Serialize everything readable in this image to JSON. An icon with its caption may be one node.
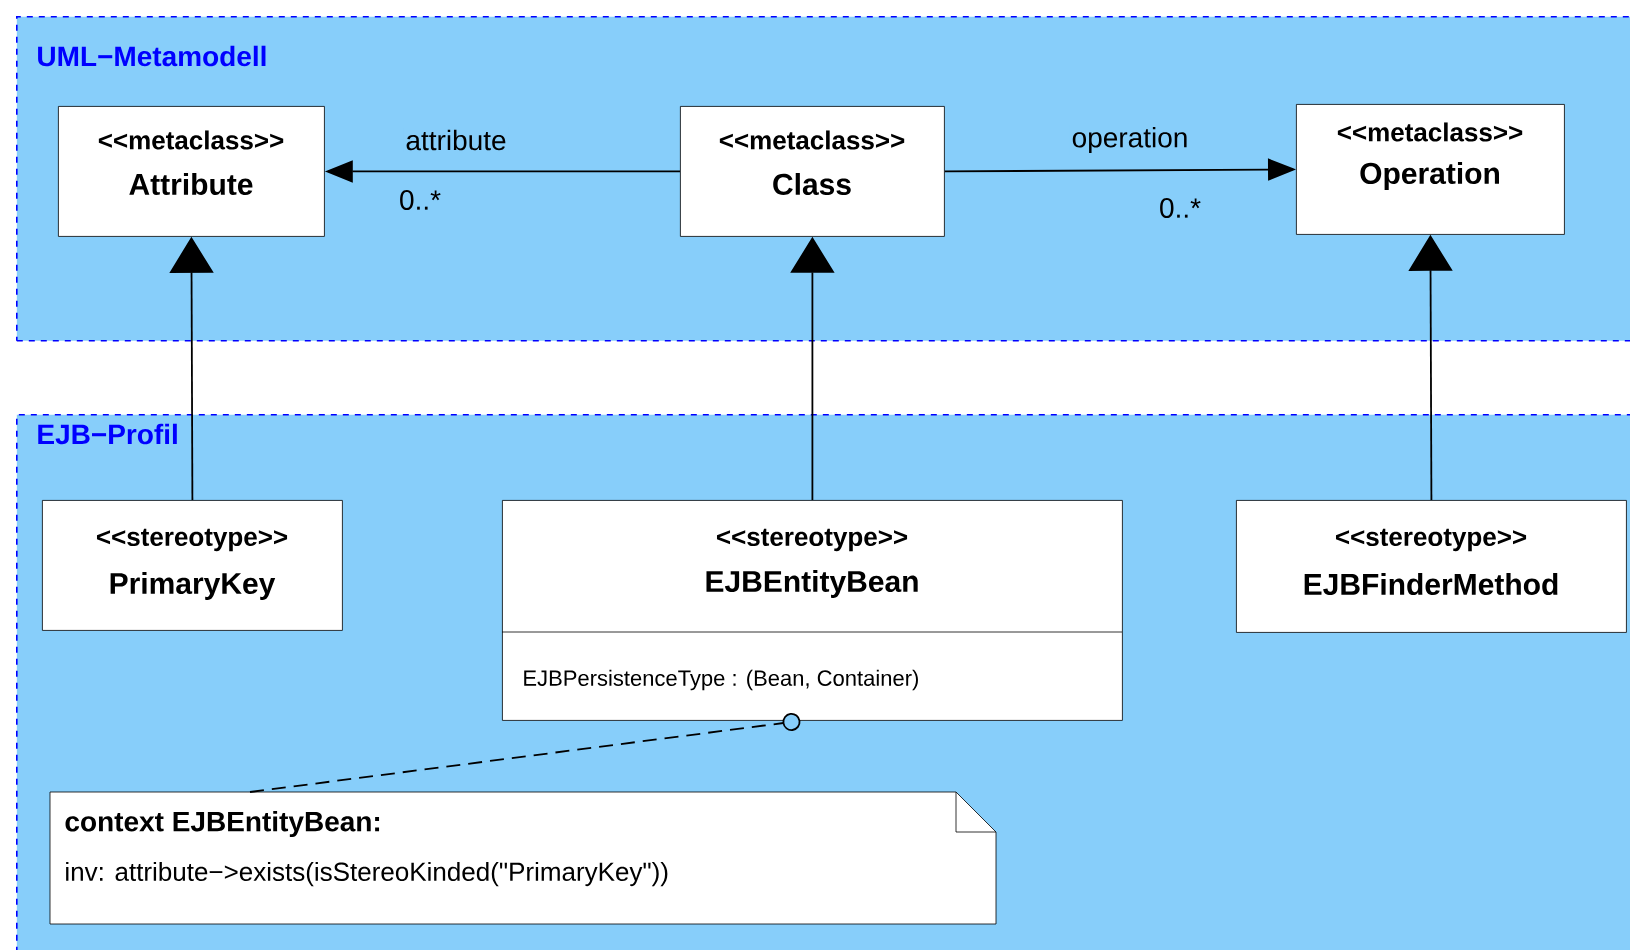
{
  "diagram": {
    "nodes": [
      {
        "text": [
          "UML−Metamodell"
        ]
      },
      {
        "text": [
          "<<metaclass>>",
          "Attribute"
        ],
        "in": 0
      },
      {
        "text": [
          "<<metaclass>>",
          "Class"
        ],
        "in": 0
      },
      {
        "text": [
          "<<metaclass>>",
          "Operation"
        ],
        "in": 0
      },
      {
        "text": [
          "EJB−Profil"
        ]
      },
      {
        "text": [
          "<<stereotype>>",
          "PrimaryKey"
        ],
        "in": 4
      },
      {
        "text": [
          "<<stereotype>>",
          "EJBEntityBean",
          "EJBPersistenceType : (Bean, Container)"
        ],
        "in": 4
      },
      {
        "text": [
          "<<stereotype>>",
          "EJBFinderMethod"
        ],
        "in": 4
      },
      {
        "text": [
          "context EJBEntityBean:",
          "inv: attribute−>exists(isStereoKinded(\"PrimaryKey\"))"
        ],
        "in": 4
      }
    ],
    "edges": [
      {
        "from": 2,
        "to": 1,
        "arrow": "to",
        "label": "attribute"
      },
      {
        "from": 2,
        "to": 3,
        "arrow": "to",
        "label": "operation"
      },
      {
        "from": 5,
        "to": 1,
        "arrow": "to"
      },
      {
        "from": 6,
        "to": 2,
        "arrow": "to"
      },
      {
        "from": 7,
        "to": 3,
        "arrow": "to"
      },
      {
        "from": 8,
        "to": 6,
        "arrow": "other",
        "style": "dashed"
      }
    ],
    "labels": [
      "0..*",
      "0..*"
    ]
  }
}
